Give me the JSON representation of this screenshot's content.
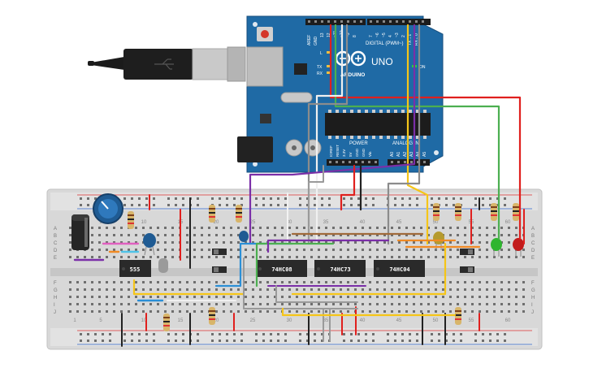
{
  "board": {
    "name": "UNO",
    "brand": "ARDUINO",
    "aref": "AREF",
    "gnd": "GND",
    "digital_label": "DIGITAL (PWM~)",
    "digital_pins": [
      "13",
      "12",
      "~11",
      "~10",
      "~9",
      "8",
      "7",
      "~6",
      "~5",
      "4",
      "~3",
      "2",
      "TX→1",
      "RX←0"
    ],
    "led_l": "L",
    "led_tx": "TX",
    "led_rx": "RX",
    "on_label": "ON",
    "power_label": "POWER",
    "power_pins": [
      "IOREF",
      "RESET",
      "3.3V",
      "5V",
      "GND",
      "GND",
      "Vin"
    ],
    "analog_label": "ANALOG IN",
    "analog_pins": [
      "A0",
      "A1",
      "A2",
      "A3",
      "A4",
      "A5"
    ]
  },
  "breadboard": {
    "row_letters_top": [
      "A",
      "B",
      "C",
      "D",
      "E"
    ],
    "row_letters_bottom": [
      "F",
      "G",
      "H",
      "I",
      "J"
    ],
    "col_numbers": [
      "1",
      "5",
      "10",
      "15",
      "20",
      "25",
      "30",
      "35",
      "40",
      "45",
      "50",
      "55",
      "60"
    ]
  },
  "chips": [
    {
      "label": "555"
    },
    {
      "label": "74HC08"
    },
    {
      "label": "74HC73"
    },
    {
      "label": "74HC04"
    }
  ],
  "colors": {
    "board": "#1f6aa5",
    "wire_red": "#e0201e",
    "wire_green": "#4caf50",
    "wire_yellow": "#f5c518",
    "wire_purple": "#7b2fa8",
    "wire_blue": "#2b8fd6",
    "wire_orange": "#f08a24",
    "wire_gray": "#8c8c8c",
    "wire_black": "#222222",
    "wire_white": "#f2f2f2"
  }
}
